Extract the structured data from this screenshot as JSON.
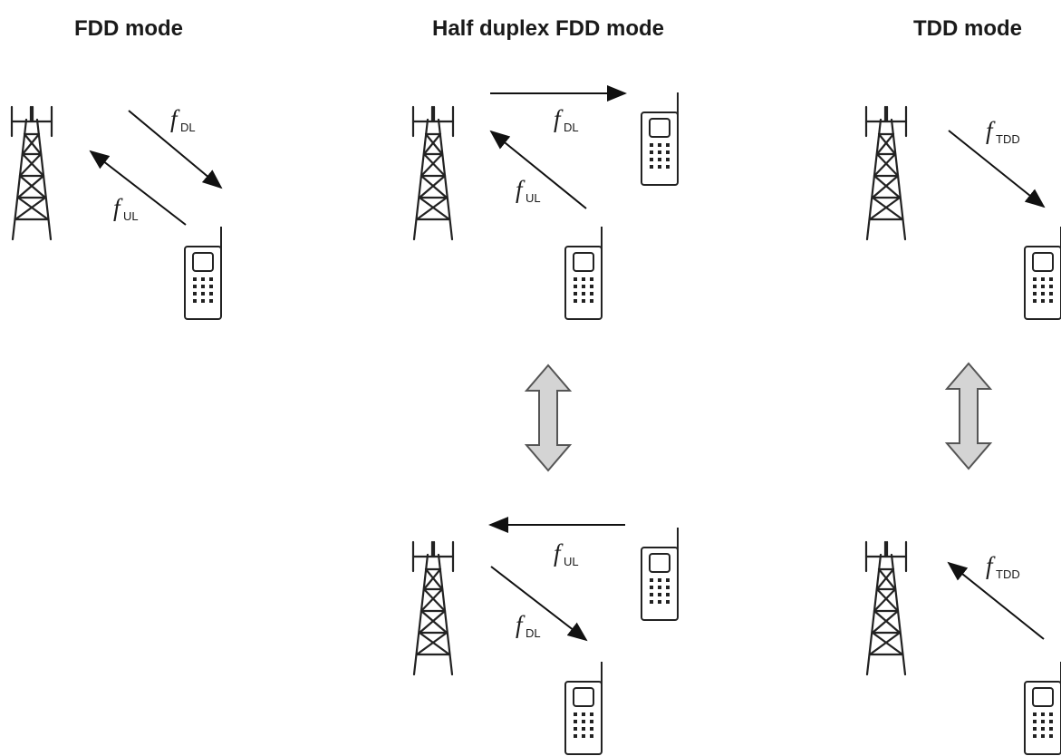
{
  "panels": {
    "fdd": {
      "title": "FDD mode",
      "dl": {
        "f": "f",
        "sub": "DL"
      },
      "ul": {
        "f": "f",
        "sub": "UL"
      }
    },
    "half_duplex": {
      "title": "Half duplex FDD mode",
      "top": {
        "dl": {
          "f": "f",
          "sub": "DL"
        },
        "ul": {
          "f": "f",
          "sub": "UL"
        }
      },
      "bottom": {
        "ul": {
          "f": "f",
          "sub": "UL"
        },
        "dl": {
          "f": "f",
          "sub": "DL"
        }
      }
    },
    "tdd": {
      "title": "TDD mode",
      "top": {
        "f": "f",
        "sub": "TDD"
      },
      "bottom": {
        "f": "f",
        "sub": "TDD"
      }
    }
  },
  "switch_arrow_color": "#d4d4d4"
}
